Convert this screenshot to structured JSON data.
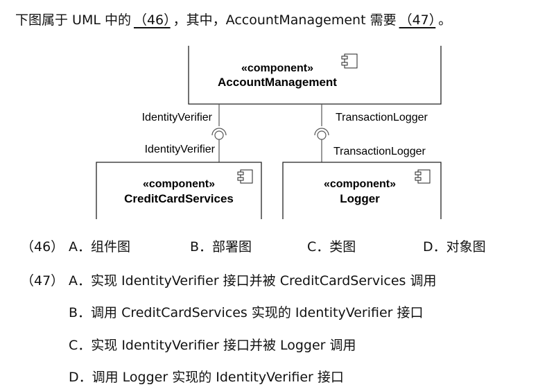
{
  "question": {
    "text_pre": "下图属于 UML 中的",
    "blank1": "（46）",
    "text_mid": "，其中，AccountManagement 需要",
    "blank2": "（47）",
    "text_end": "。"
  },
  "diagram": {
    "top_stereotype": "«component»",
    "top_name": "AccountManagement",
    "left_required_label": "IdentityVerifier",
    "left_provided_label": "IdentityVerifier",
    "right_required_label": "TransactionLogger",
    "right_provided_label": "TransactionLogger",
    "bl_stereotype": "«component»",
    "bl_name": "CreditCardServices",
    "br_stereotype": "«component»",
    "br_name": "Logger"
  },
  "q46": {
    "num": "（46）",
    "options": [
      {
        "letter": "A．",
        "text": "组件图"
      },
      {
        "letter": "B．",
        "text": "部署图"
      },
      {
        "letter": "C．",
        "text": "类图"
      },
      {
        "letter": "D．",
        "text": "对象图"
      }
    ]
  },
  "q47": {
    "num": "（47）",
    "options": [
      {
        "letter": "A．",
        "text": "实现 IdentityVerifier 接口并被 CreditCardServices 调用"
      },
      {
        "letter": "B．",
        "text": "调用 CreditCardServices 实现的 IdentityVerifier 接口"
      },
      {
        "letter": "C．",
        "text": "实现 IdentityVerifier 接口并被 Logger 调用"
      },
      {
        "letter": "D．",
        "text": "调用 Logger 实现的 IdentityVerifier 接口"
      }
    ]
  }
}
